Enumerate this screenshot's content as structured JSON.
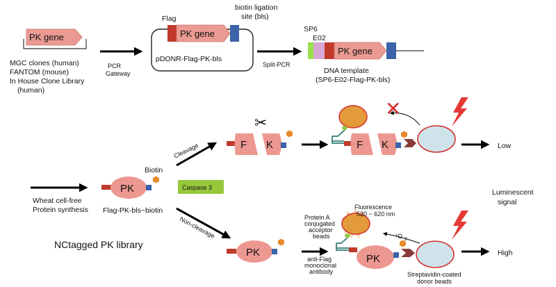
{
  "colors": {
    "gene_fill": "#ea9a92",
    "protein_fill": "#ec9790",
    "flag_tag": "#c0392b",
    "bls_tag": "#3a63a8",
    "biotin": "#e8892a",
    "sp6": "#99e04a",
    "e02": "#d8a8d6",
    "caspase": "#97c83c",
    "bead_orange": "#e39a3a",
    "bead_ring": "#d32f2f",
    "bead_blue": "#cfe3ea",
    "antibody": "#4a8a82",
    "bolt": "#e53935",
    "arrow": "#000000"
  },
  "gene_label": "PK gene",
  "sources": {
    "line1": "MGC clones (human)",
    "line2": "FANTOM (mouse)",
    "line3": "In House Clone Library",
    "line4": "(human)"
  },
  "step1": {
    "line1": "PCR",
    "line2": "Gateway"
  },
  "pdonr": {
    "flag_label": "Flag",
    "bls_label_line1": "biotin ligation",
    "bls_label_line2": "site (bls)",
    "vector_label": "pDONR-Flag-PK-bls"
  },
  "step2": {
    "label": "Split-PCR"
  },
  "template": {
    "sp6": "SP6",
    "e02": "E02",
    "caption_line1": "DNA template",
    "caption_line2": "(SP6-E02-Flag-PK-bls)"
  },
  "synthesis": {
    "line1": "Wheat cell-free",
    "line2": "Protein synthesis"
  },
  "protein": {
    "pk_label": "PK",
    "biotin_label": "Biotin",
    "caption": "Flag-PK-bls~biotin"
  },
  "library_label": "NCtagged PK library",
  "caspase_label": "Caspase 3",
  "cleavage": {
    "arrow_label": "Cleavage",
    "fragment1": "F",
    "fragment2": "K",
    "scissors_icon": "✂",
    "result": "Low"
  },
  "noncleavage": {
    "arrow_label": "Non-cleavage",
    "result": "High"
  },
  "assay": {
    "acceptor_line1": "Protein A",
    "acceptor_line2": "conjugated",
    "acceptor_line3": "acceptor",
    "acceptor_line4": "beads",
    "fluor_line1": "Fluorescence",
    "fluor_line2": "520 ~ 620 nm",
    "singlet_oxygen": "¹O",
    "singlet_sub": "2",
    "antibody_line1": "anti-Flag",
    "antibody_line2": "monoclonal",
    "antibody_line3": "antibody",
    "donor_line1": "Streptavidin-coated",
    "donor_line2": "donor beads",
    "block_icon": "✕"
  },
  "signal": {
    "line1": "Luminescent",
    "line2": "signal"
  }
}
